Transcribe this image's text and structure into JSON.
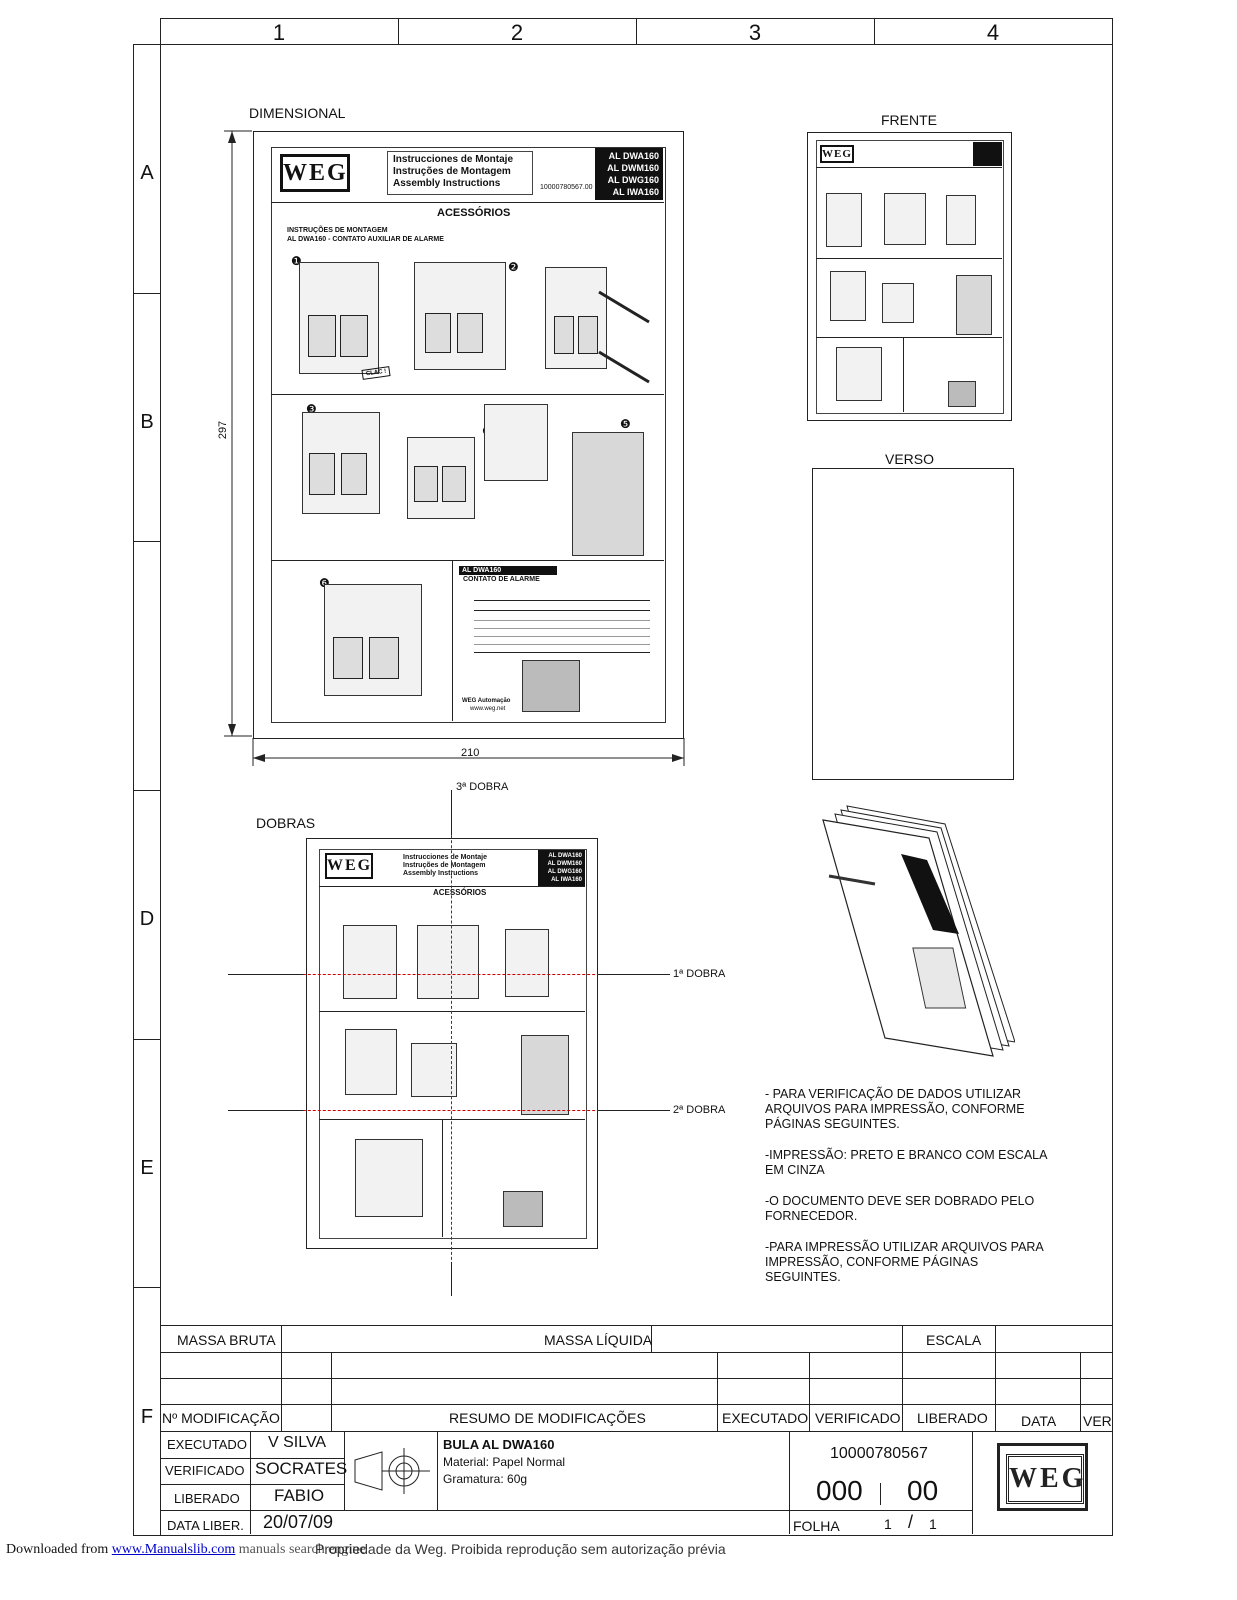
{
  "zones": {
    "columns": [
      "1",
      "2",
      "3",
      "4"
    ],
    "rows": [
      "A",
      "B",
      "C",
      "D",
      "E",
      "F"
    ]
  },
  "views": {
    "dimensional": "DIMENSIONAL",
    "frente": "FRENTE",
    "verso": "VERSO",
    "dobras": "DOBRAS",
    "height_dim": "297",
    "width_dim": "210",
    "fold3": "3ª DOBRA",
    "fold1": "1ª DOBRA",
    "fold2": "2ª DOBRA"
  },
  "leaflet": {
    "logo": "WEG",
    "instructions": [
      "Instrucciones de Montaje",
      "Instruções de Montagem",
      "Assembly Instructions"
    ],
    "code": "10000780567.00",
    "models": [
      "AL DWA160",
      "AL DWM160",
      "AL DWG160",
      "AL IWA160"
    ],
    "section_title": "ACESSÓRIOS",
    "subtitle1": "INSTRUÇÕES DE MONTAGEM",
    "subtitle2": "AL DWA160  - CONTATO AUXILIAR DE ALARME",
    "steps": [
      "❶",
      "❷",
      "❸",
      "❹",
      "❺",
      "❻"
    ],
    "clac": "CLAC !",
    "table_title": "AL DWA160",
    "table_subtitle": "CONTATO DE ALARME",
    "footer_brand": "WEG Automação",
    "footer_url": "www.weg.net"
  },
  "notes": [
    "- PARA VERIFICAÇÃO DE DADOS UTILIZAR ARQUIVOS PARA IMPRESSÃO, CONFORME PÁGINAS SEGUINTES.",
    "-IMPRESSÃO: PRETO E BRANCO COM ESCALA EM CINZA",
    "-O DOCUMENTO DEVE SER DOBRADO PELO FORNECEDOR.",
    "-PARA IMPRESSÃO UTILIZAR ARQUIVOS PARA IMPRESSÃO, CONFORME PÁGINAS SEGUINTES."
  ],
  "title_block": {
    "massa_bruta": "MASSA BRUTA",
    "massa_liquida": "MASSA LÍQUIDA",
    "escala": "ESCALA",
    "n_modificacao": "Nº MODIFICAÇÃO",
    "resumo": "RESUMO DE MODIFICAÇÕES",
    "executado_h": "EXECUTADO",
    "verificado_h": "VERIFICADO",
    "liberado_h": "LIBERADO",
    "data_h": "DATA",
    "ver_h": "VER",
    "executado": "EXECUTADO",
    "executado_val": "V SILVA",
    "verificado": "VERIFICADO",
    "verificado_val": "SOCRATES",
    "liberado": "LIBERADO",
    "liberado_val": "FABIO",
    "data_liber": "DATA LIBER.",
    "data_liber_val": "20/07/09",
    "desc_title": "BULA AL DWA160",
    "material": "Material: Papel Normal",
    "gramatura": "Gramatura: 60g",
    "drawing_number": "10000780567",
    "rev_a": "000",
    "rev_b": "00",
    "folha": "FOLHA",
    "folha_val": "1",
    "folha_sep": "/",
    "folha_total": "1",
    "logo": "WEG"
  },
  "footer": {
    "downloaded": "Downloaded from",
    "link": "www.Manualslib.com",
    "rest": "manuals search engine",
    "property": "Propriedade da Weg. Proibida reprodução sem autorização prévia"
  }
}
